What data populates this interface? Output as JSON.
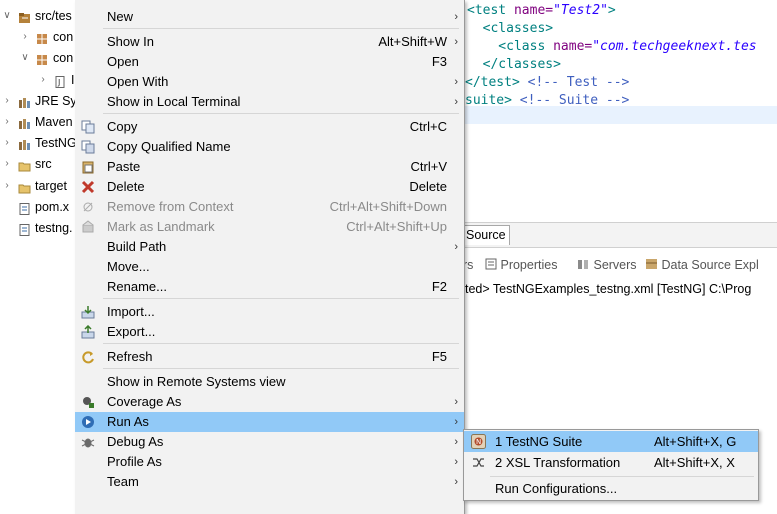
{
  "tree": {
    "items": [
      {
        "label": "src/tes",
        "twisty": "expanded",
        "icon": "package-folder-icon"
      },
      {
        "label": "con",
        "twisty": "collapsed",
        "icon": "package-icon"
      },
      {
        "label": "con",
        "twisty": "expanded",
        "icon": "package-icon"
      },
      {
        "label": "I",
        "twisty": "collapsed",
        "icon": "java-file-icon"
      },
      {
        "label": "JRE Sys",
        "twisty": "collapsed",
        "icon": "library-icon"
      },
      {
        "label": "Maven",
        "twisty": "collapsed",
        "icon": "library-icon"
      },
      {
        "label": "TestNG",
        "twisty": "collapsed",
        "icon": "library-icon"
      },
      {
        "label": "src",
        "twisty": "collapsed",
        "icon": "folder-icon"
      },
      {
        "label": "target",
        "twisty": "collapsed",
        "icon": "folder-icon"
      },
      {
        "label": "pom.x",
        "twisty": "",
        "icon": "xml-file-icon"
      },
      {
        "label": "testng.",
        "twisty": "",
        "icon": "xml-file-icon"
      }
    ]
  },
  "editor": {
    "lines": [
      {
        "parts": [
          {
            "t": "<test ",
            "c": "tag"
          },
          {
            "t": "name=",
            "c": "attr"
          },
          {
            "t": "\"Test2\"",
            "c": "val"
          },
          {
            "t": ">",
            "c": "tag"
          }
        ]
      },
      {
        "parts": [
          {
            "t": "  <classes>",
            "c": "tag"
          }
        ]
      },
      {
        "parts": [
          {
            "t": "    <class ",
            "c": "tag"
          },
          {
            "t": "name=",
            "c": "attr"
          },
          {
            "t": "\"com.techgeeknext.tes",
            "c": "val"
          }
        ]
      },
      {
        "parts": [
          {
            "t": "  </classes>",
            "c": "tag"
          }
        ]
      },
      {
        "parts": [
          {
            "t": "</test> ",
            "c": "tag"
          },
          {
            "t": "<!-- Test -->",
            "c": "cmt"
          }
        ]
      },
      {
        "parts": [
          {
            "t": "suite> ",
            "c": "tag"
          },
          {
            "t": "<!-- Suite -->",
            "c": "cmt"
          }
        ]
      }
    ],
    "tab_source": "Source"
  },
  "views": {
    "tabs": [
      "rs",
      "Properties",
      "Servers",
      "Data Source Expl"
    ],
    "console_line": "ted> TestNGExamples_testng.xml [TestNG] C:\\Prog"
  },
  "menu": {
    "items": [
      {
        "label": "New",
        "shortcut": "",
        "submenu": true,
        "icon": "",
        "disabled": false
      },
      {
        "sep": true
      },
      {
        "label": "Show In",
        "shortcut": "Alt+Shift+W",
        "submenu": true,
        "icon": "",
        "disabled": false
      },
      {
        "label": "Open",
        "shortcut": "F3",
        "submenu": false,
        "icon": "",
        "disabled": false
      },
      {
        "label": "Open With",
        "shortcut": "",
        "submenu": true,
        "icon": "",
        "disabled": false
      },
      {
        "label": "Show in Local Terminal",
        "shortcut": "",
        "submenu": true,
        "icon": "",
        "disabled": false
      },
      {
        "sep": true
      },
      {
        "label": "Copy",
        "shortcut": "Ctrl+C",
        "submenu": false,
        "icon": "copy-icon",
        "disabled": false
      },
      {
        "label": "Copy Qualified Name",
        "shortcut": "",
        "submenu": false,
        "icon": "copy-qualified-name-icon",
        "disabled": false
      },
      {
        "label": "Paste",
        "shortcut": "Ctrl+V",
        "submenu": false,
        "icon": "paste-icon",
        "disabled": false
      },
      {
        "label": "Delete",
        "shortcut": "Delete",
        "submenu": false,
        "icon": "delete-icon",
        "disabled": false
      },
      {
        "label": "Remove from Context",
        "shortcut": "Ctrl+Alt+Shift+Down",
        "submenu": false,
        "icon": "remove-context-icon",
        "disabled": true
      },
      {
        "label": "Mark as Landmark",
        "shortcut": "Ctrl+Alt+Shift+Up",
        "submenu": false,
        "icon": "landmark-icon",
        "disabled": true
      },
      {
        "label": "Build Path",
        "shortcut": "",
        "submenu": true,
        "icon": "",
        "disabled": false
      },
      {
        "label": "Move...",
        "shortcut": "",
        "submenu": false,
        "icon": "",
        "disabled": false
      },
      {
        "label": "Rename...",
        "shortcut": "F2",
        "submenu": false,
        "icon": "",
        "disabled": false
      },
      {
        "sep": true
      },
      {
        "label": "Import...",
        "shortcut": "",
        "submenu": false,
        "icon": "import-icon",
        "disabled": false
      },
      {
        "label": "Export...",
        "shortcut": "",
        "submenu": false,
        "icon": "export-icon",
        "disabled": false
      },
      {
        "sep": true
      },
      {
        "label": "Refresh",
        "shortcut": "F5",
        "submenu": false,
        "icon": "refresh-icon",
        "disabled": false
      },
      {
        "sep": true
      },
      {
        "label": "Show in Remote Systems view",
        "shortcut": "",
        "submenu": false,
        "icon": "",
        "disabled": false
      },
      {
        "label": "Coverage As",
        "shortcut": "",
        "submenu": true,
        "icon": "coverage-icon",
        "disabled": false
      },
      {
        "label": "Run As",
        "shortcut": "",
        "submenu": true,
        "icon": "run-icon",
        "disabled": false,
        "active": true
      },
      {
        "label": "Debug As",
        "shortcut": "",
        "submenu": true,
        "icon": "debug-icon",
        "disabled": false
      },
      {
        "label": "Profile As",
        "shortcut": "",
        "submenu": true,
        "icon": "",
        "disabled": false
      },
      {
        "label": "Team",
        "shortcut": "",
        "submenu": true,
        "icon": "",
        "disabled": false
      }
    ]
  },
  "submenu": {
    "items": [
      {
        "label": "1 TestNG Suite",
        "shortcut": "Alt+Shift+X, G",
        "icon": "testng-icon",
        "active": true
      },
      {
        "label": "2 XSL Transformation",
        "shortcut": "Alt+Shift+X, X",
        "icon": "xsl-transform-icon",
        "active": false
      },
      {
        "label": "Run Configurations...",
        "shortcut": "",
        "icon": "",
        "active": false
      }
    ]
  },
  "colors": {
    "menu_bg": "#f2f2f2",
    "highlight": "#91c9f7",
    "xml_tag": "#008080",
    "xml_value": "#2a00ff",
    "xml_comment": "#3f5fbf"
  }
}
